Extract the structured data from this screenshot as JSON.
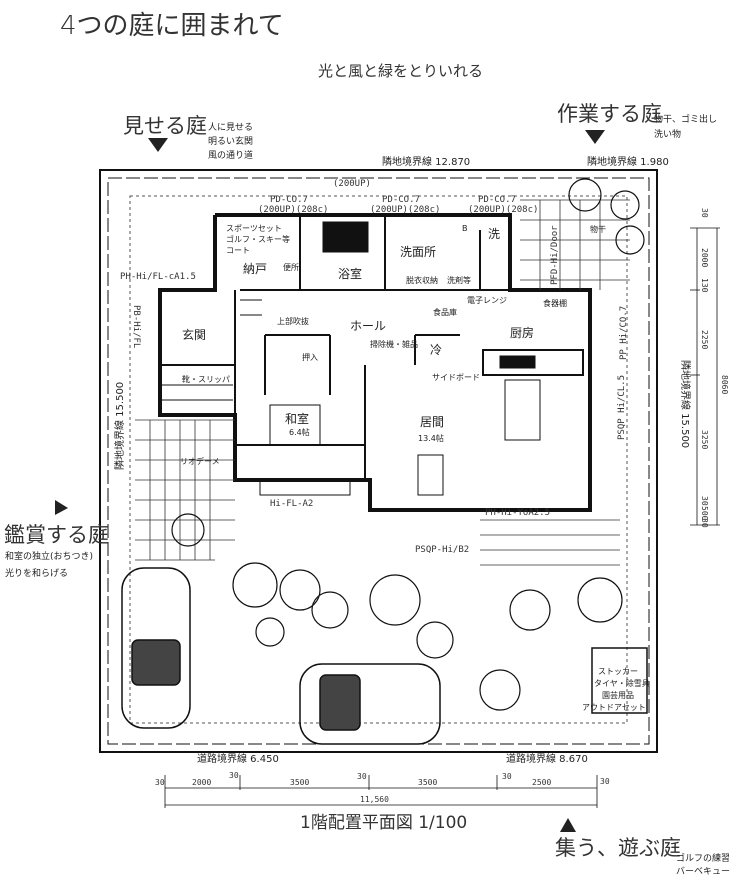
{
  "title": "4つの庭に囲まれて",
  "subtitle": "光と風と緑をとりいれる",
  "gardens": {
    "show": {
      "label": "見せる庭",
      "notes": [
        "人に見せる",
        "明るい玄関",
        "風の通り道"
      ]
    },
    "work": {
      "label": "作業する庭",
      "notes": [
        "物干、ゴミ出し",
        "洗い物"
      ]
    },
    "view": {
      "label": "鑑賞する庭",
      "notes": [
        "和室の独立(おちつき)",
        "光りを和らげる"
      ]
    },
    "play": {
      "label": "集う、遊ぶ庭",
      "notes": [
        "ゴルフの練習",
        "バーベキュー"
      ]
    }
  },
  "boundaries": {
    "top_left": "隣地境界線 12.870",
    "top_right": "隣地境界線 1.980",
    "left": "隣地境界線 15.500",
    "right": "隣地境界線 15.500",
    "bottom_left": "道路境界線 6.450",
    "bottom_right": "道路境界線 8.670"
  },
  "rooms": {
    "storage": "納戸",
    "toilet": "便所",
    "bath": "浴室",
    "washroom": "洗面所",
    "wash": "洗",
    "b": "B",
    "undress_storage": "脱衣収納",
    "detergent": "洗剤等",
    "pantry": "食品庫",
    "microwave": "電子レンジ",
    "cupboard": "食器棚",
    "kitchen": "厨房",
    "entrance": "玄関",
    "void": "上部吹抜",
    "hall": "ホール",
    "closet": "押入",
    "cleaner": "掃除機・雑品",
    "fridge": "冷",
    "sideboard": "サイドボード",
    "shoes": "靴・スリッパ",
    "japanese_room": "和室",
    "japanese_room_size": "6.4帖",
    "living": "居間",
    "living_size": "13.4帖",
    "deck": "リオデーメ",
    "drying": "物干",
    "storage_items": [
      "スポーツセット",
      "ゴルフ・スキー等",
      "コート"
    ],
    "stocker": [
      "ストッカー",
      "タイヤ・除雪具",
      "園芸用品",
      "アウトドアセット"
    ]
  },
  "codes": {
    "pd1": "PD-CO.7",
    "pd1b": "(200UP)(208c)",
    "pd2": "PD-CO.7",
    "pd2b": "(200UP)(208c)",
    "pd3": "PD-CO.7",
    "pd3b": "(200UP)(208c)",
    "pd0": "(200UP)",
    "ph_left": "PH-Hi/FL-cA1.5",
    "pb_left": "PB-Hi/FL",
    "pfd": "PFD-Hi/Door",
    "pp": "PP Hi/CO.7",
    "psqp_right": "PSQP Hi/CL.5",
    "hi_fl": "Hi-FL-A2",
    "ph_yo": "PH-Hi-YoA2.5",
    "psqp_bottom": "PSQP-Hi/B2"
  },
  "dims_bottom": [
    "30",
    "2000",
    "30",
    "3500",
    "30",
    "3500",
    "30",
    "2500",
    "30"
  ],
  "dims_total": "11,560",
  "dims_right": [
    "30",
    "2000",
    "130",
    "2250",
    "3250",
    "30",
    "500",
    "30"
  ],
  "dims_right_total": "8060",
  "plan_title": "1階配置平面図 1/100"
}
